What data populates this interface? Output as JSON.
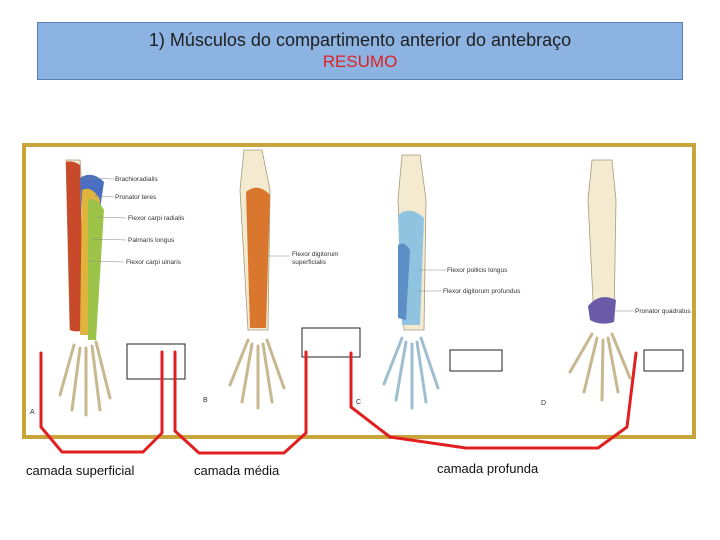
{
  "header": {
    "title": "1) Músculos do compartimento anterior do antebraço",
    "subtitle": "RESUMO",
    "subtitle_color": "#e02020",
    "background": "#8db3e2"
  },
  "panel": {
    "border_color": "#c8a53a",
    "figures": [
      {
        "letter": "A",
        "labels": [
          "Brachioradialis",
          "Pronator teres",
          "Flexor carpi radialis",
          "Palmaris longus",
          "Flexor carpi ulnaris"
        ]
      },
      {
        "letter": "B",
        "labels": [
          "Flexor digitorum",
          "superficialis"
        ]
      },
      {
        "letter": "C",
        "labels": [
          "Flexor pollicis longus",
          "Flexor digitorum profundus"
        ]
      },
      {
        "letter": "D",
        "labels": [
          "Pronator quadratus"
        ]
      }
    ]
  },
  "groups": [
    {
      "label": "camada superficial"
    },
    {
      "label": "camada média"
    },
    {
      "label": "camada profunda"
    }
  ],
  "colors": {
    "bracket": "#e02020",
    "bone": "#f3ead0",
    "muscle_superficial": "#c94a2a",
    "muscle_middle": "#d9772e",
    "muscle_deep": "#8fc3df",
    "pronator_quadratus": "#6a5aa8"
  }
}
